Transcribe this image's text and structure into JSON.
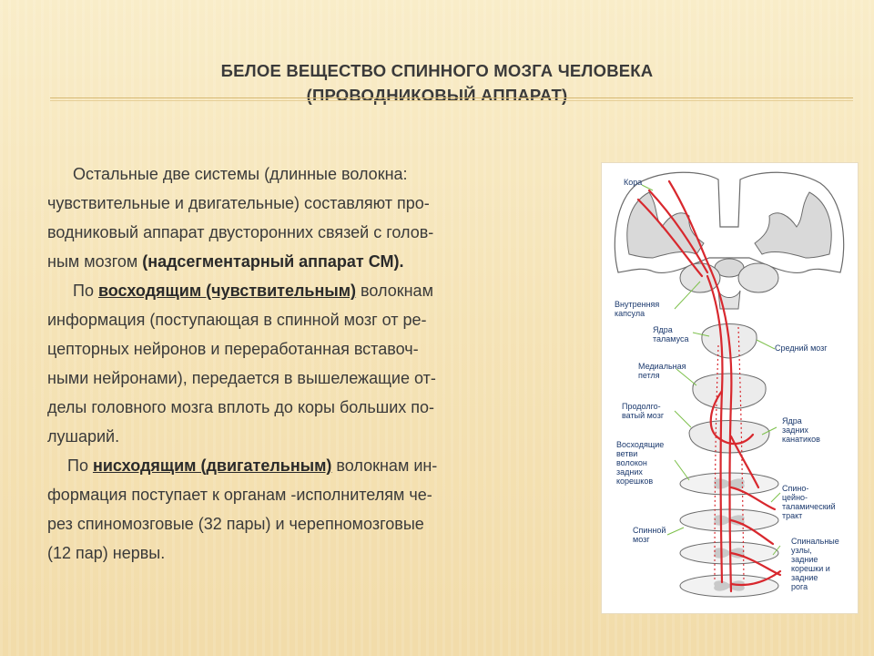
{
  "slide": {
    "title_line1": "БЕЛОЕ ВЕЩЕСТВО СПИННОГО МОЗГА ЧЕЛОВЕКА",
    "title_line2": "(ПРОВОДНИКОВЫЙ АППАРАТ)"
  },
  "body": {
    "p1": {
      "l1": "Остальные две  системы  (длинные волокна:",
      "l2": "чувствительные и двигательные) составляют про-",
      "l3": "водниковый аппарат двусторонних связей с голов-",
      "l4_pre": "ным мозгом ",
      "l4_bold": "(надсегментарный аппарат СМ)."
    },
    "p2": {
      "l1_pre": "По ",
      "l1_link": "восходящим (чувствительным)",
      "l1_post": " волокнам",
      "l2": "информация (поступающая в спинной мозг от ре-",
      "l3": "цепторных нейронов и переработанная вставоч-",
      "l4": "ными нейронами), передается в вышележащие от-",
      "l5": "делы головного мозга вплоть до коры больших по-",
      "l6": "лушарий."
    },
    "p3": {
      "l1_pre": "По ",
      "l1_link": "нисходящим (двигательным)",
      "l1_post": " волокнам ин-",
      "l2": "формация поступает к органам -исполнителям че-",
      "l3": "рез спиномозговые (32 пары) и черепномозговые",
      "l4": "(12 пар) нервы."
    }
  },
  "figure": {
    "labels": {
      "kora": "Кора",
      "capsule_1": "Внутренняя",
      "capsule_2": "капсула",
      "thalamus_1": "Ядра",
      "thalamus_2": "таламуса",
      "midbrain": "Средний мозг",
      "lemniscus_1": "Медиальная",
      "lemniscus_2": "петля",
      "pons_1": "Продолго-",
      "pons_2": "ватый мозг",
      "nuclei_1": "Ядра",
      "nuclei_2": "задних",
      "nuclei_3": "канатиков",
      "asc_1": "Восходящие",
      "asc_2": "ветви",
      "asc_3": "волокон",
      "asc_4": "задних",
      "asc_5": "корешков",
      "st_1": "Спино-",
      "st_2": "цейно-",
      "st_3": "таламический",
      "st_4": "тракт",
      "spinal_1": "Спинной",
      "spinal_2": "мозг",
      "gang_1": "Спинальные",
      "gang_2": "узлы,",
      "gang_3": "задние",
      "gang_4": "корешки и",
      "gang_5": "задние",
      "gang_6": "рога"
    },
    "colors": {
      "pathway": "#d8282e",
      "pointer": "#7cc04a",
      "label": "#1c3a6e",
      "outline": "#6b6b6b"
    }
  }
}
